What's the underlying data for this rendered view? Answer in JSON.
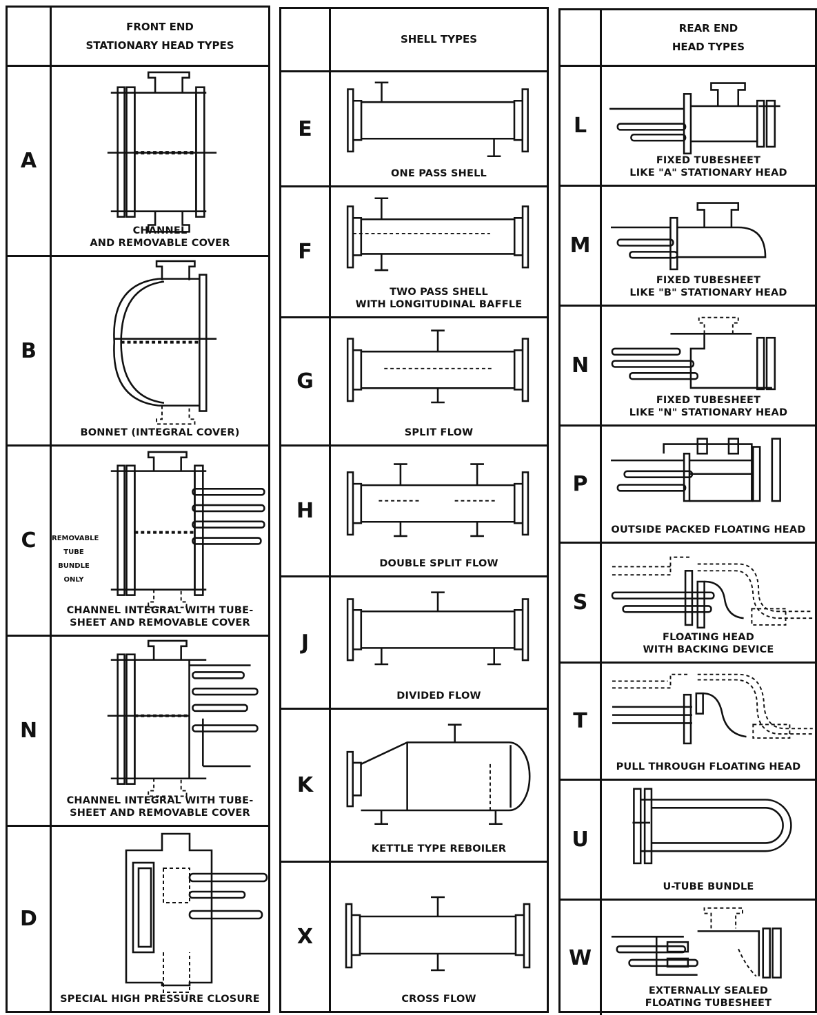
{
  "front": {
    "header": "FRONT END\nSTATIONARY HEAD TYPES",
    "rows": [
      {
        "letter": "A",
        "caption": "CHANNEL\nAND REMOVABLE COVER"
      },
      {
        "letter": "B",
        "caption": "BONNET (INTEGRAL COVER)"
      },
      {
        "letter": "C",
        "caption": "CHANNEL INTEGRAL WITH TUBE-\nSHEET AND REMOVABLE COVER",
        "note": "REMOVABLE\nTUBE\nBUNDLE\nONLY"
      },
      {
        "letter": "N",
        "caption": "CHANNEL INTEGRAL WITH TUBE-\nSHEET AND REMOVABLE COVER"
      },
      {
        "letter": "D",
        "caption": "SPECIAL HIGH PRESSURE CLOSURE"
      }
    ]
  },
  "shell": {
    "header": "SHELL TYPES",
    "rows": [
      {
        "letter": "E",
        "caption": "ONE PASS SHELL"
      },
      {
        "letter": "F",
        "caption": "TWO PASS SHELL\nWITH LONGITUDINAL BAFFLE"
      },
      {
        "letter": "G",
        "caption": "SPLIT FLOW"
      },
      {
        "letter": "H",
        "caption": "DOUBLE SPLIT FLOW"
      },
      {
        "letter": "J",
        "caption": "DIVIDED FLOW"
      },
      {
        "letter": "K",
        "caption": "KETTLE TYPE REBOILER"
      },
      {
        "letter": "X",
        "caption": "CROSS FLOW"
      }
    ]
  },
  "rear": {
    "header": "REAR END\nHEAD TYPES",
    "rows": [
      {
        "letter": "L",
        "caption": "FIXED TUBESHEET\nLIKE \"A\" STATIONARY HEAD"
      },
      {
        "letter": "M",
        "caption": "FIXED TUBESHEET\nLIKE \"B\" STATIONARY HEAD"
      },
      {
        "letter": "N",
        "caption": "FIXED TUBESHEET\nLIKE \"N\" STATIONARY HEAD"
      },
      {
        "letter": "P",
        "caption": "OUTSIDE PACKED FLOATING HEAD"
      },
      {
        "letter": "S",
        "caption": "FLOATING HEAD\nWITH BACKING DEVICE"
      },
      {
        "letter": "T",
        "caption": "PULL THROUGH FLOATING HEAD"
      },
      {
        "letter": "U",
        "caption": "U-TUBE BUNDLE"
      },
      {
        "letter": "W",
        "caption": "EXTERNALLY SEALED\nFLOATING TUBESHEET"
      }
    ]
  }
}
